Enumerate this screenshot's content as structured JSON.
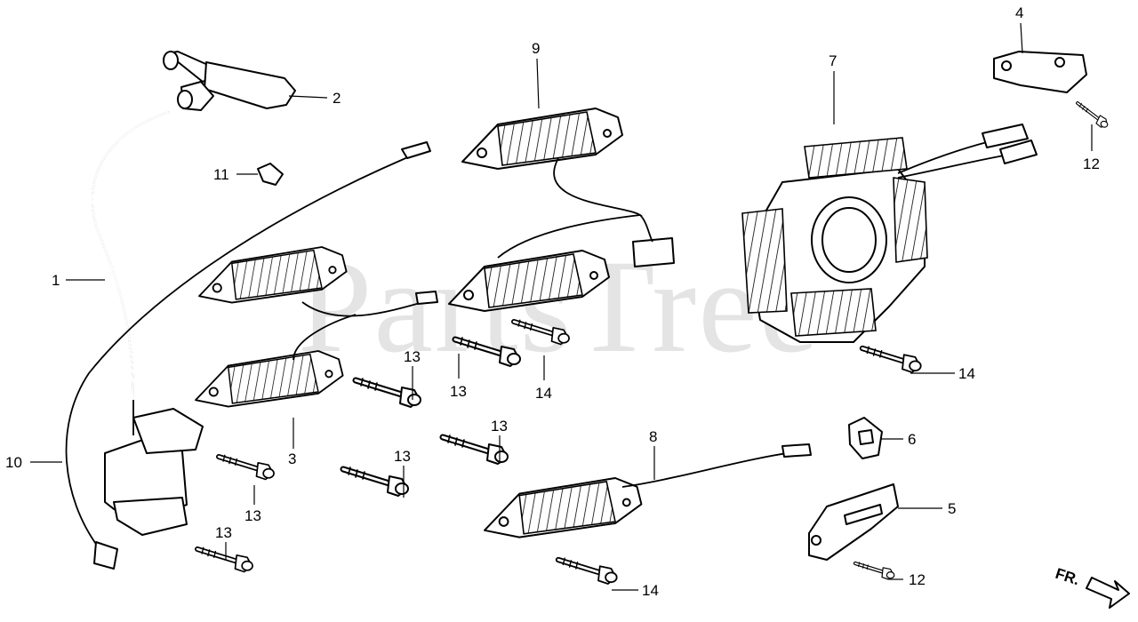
{
  "watermark": "PartsTree",
  "direction_label": "FR.",
  "callouts": {
    "c1": "1",
    "c2": "2",
    "c3": "3",
    "c4": "4",
    "c5": "5",
    "c6": "6",
    "c7": "7",
    "c8": "8",
    "c9": "9",
    "c10": "10",
    "c11": "11",
    "c12a": "12",
    "c12b": "12",
    "c13a": "13",
    "c13b": "13",
    "c13c": "13",
    "c13d": "13",
    "c13e": "13",
    "c13f": "13",
    "c14a": "14",
    "c14b": "14",
    "c14c": "14"
  }
}
